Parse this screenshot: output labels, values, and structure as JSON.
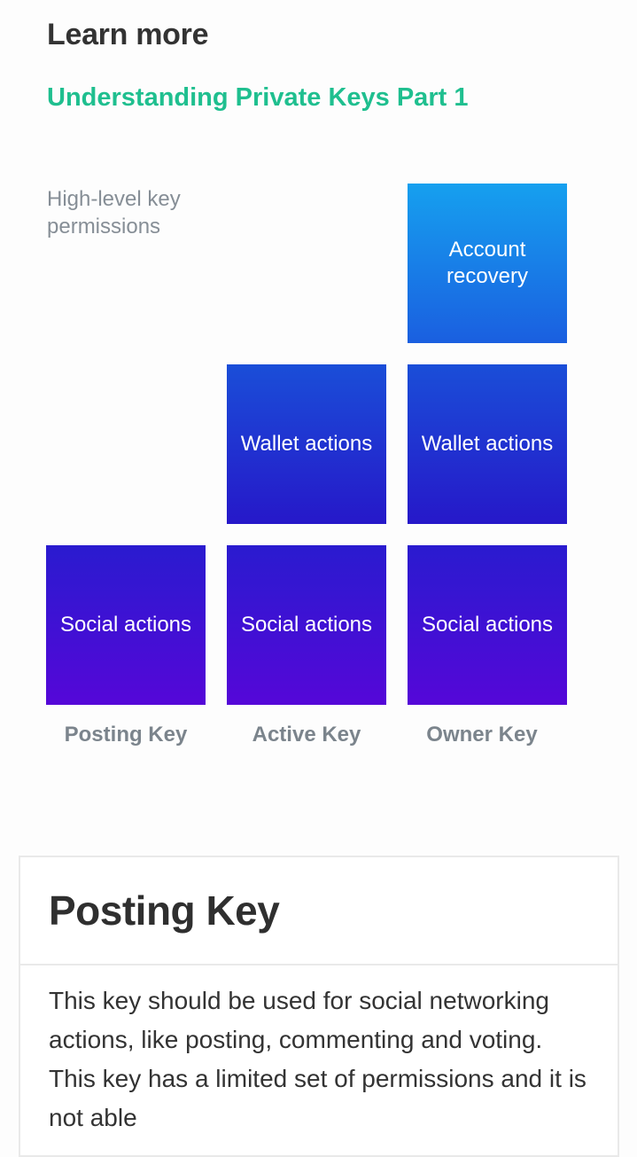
{
  "learn_more": {
    "title": "Learn more",
    "link_text": "Understanding Private Keys Part 1"
  },
  "diagram": {
    "caption": "High-level key permissions",
    "boxes": {
      "owner_recovery": "Account recovery",
      "active_wallet": "Wallet actions",
      "owner_wallet": "Wallet actions",
      "posting_social": "Social actions",
      "active_social": "Social actions",
      "owner_social": "Social actions"
    },
    "key_labels": {
      "posting": "Posting Key",
      "active": "Active Key",
      "owner": "Owner Key"
    },
    "colors": {
      "recovery": [
        "#16a0ef",
        "#1a5fe0"
      ],
      "wallet": [
        "#1a4ed8",
        "#2618c9"
      ],
      "social": [
        "#2a1bcf",
        "#5507d8"
      ]
    }
  },
  "card": {
    "title": "Posting Key",
    "body": "This key should be used for social networking actions, like posting, commenting and voting. This key has a limited set of permissions and it is not able"
  },
  "theme": {
    "accent": "#1fbf8f",
    "heading": "#333333",
    "muted": "#868e96"
  }
}
